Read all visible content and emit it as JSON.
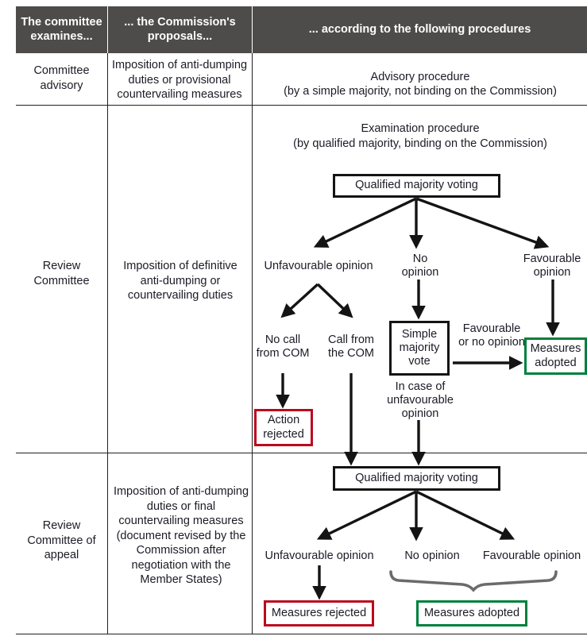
{
  "table": {
    "headers": [
      "The committee examines...",
      "... the Commission's proposals...",
      "... according to the following procedures"
    ],
    "rows": [
      {
        "committee": "Committee advisory",
        "proposals": "Imposition of anti-dumping duties or provisional countervailing measures",
        "procedure_title": "Advisory procedure",
        "procedure_sub": "(by a simple majority, not binding on the Commission)"
      },
      {
        "committee": "Review Committee",
        "proposals": "Imposition of definitive anti-dumping or countervailing duties",
        "procedure_title": "Examination procedure",
        "procedure_sub": "(by qualified majority, binding on the Commission)"
      },
      {
        "committee": "Review Committee of appeal",
        "proposals": "Imposition of anti-dumping duties or final countervailing measures (document revised by the Commission after negotiation with the Member States)"
      }
    ]
  },
  "flow_review": {
    "qmv_box": "Qualified majority voting",
    "branch_unfavourable": "Unfavourable opinion",
    "branch_no_opinion": "No opinion",
    "branch_favourable": "Favourable opinion",
    "no_call_com": "No call from COM",
    "call_com": "Call from the COM",
    "simple_majority_box": "Simple majority vote",
    "favourable_or_no_opinion": "Favourable or no opinion",
    "in_case_unfavourable": "In case of unfavourable opinion",
    "action_rejected": "Action rejected",
    "measures_adopted": "Measures adopted"
  },
  "flow_appeal": {
    "qmv_box": "Qualified majority voting",
    "branch_unfavourable": "Unfavourable opinion",
    "branch_no_opinion": "No opinion",
    "branch_favourable": "Favourable opinion",
    "measures_rejected": "Measures rejected",
    "measures_adopted": "Measures adopted"
  },
  "colors": {
    "header_bg": "#4e4b4b",
    "rejected_border": "#bb0a1e",
    "adopted_border": "#00803c",
    "line": "#141414",
    "brace": "#6b6b6b"
  }
}
